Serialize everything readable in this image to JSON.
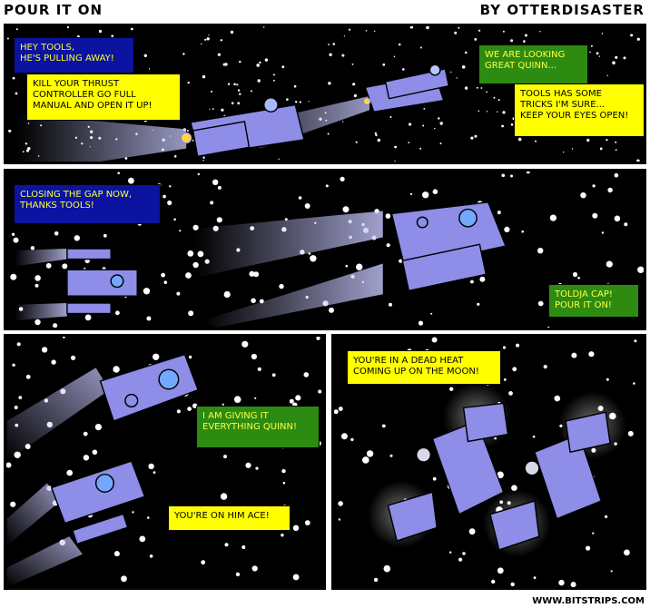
{
  "comic": {
    "title": "POUR IT ON",
    "author": "BY OTTERDISASTER",
    "footer": "WWW.BITSTRIPS.COM"
  },
  "panels": {
    "p1": {
      "captions": [
        "HEY TOOLS,\nHE'S PULLING AWAY!",
        "KILL YOUR THRUST\nCONTROLLER GO FULL\nMANUAL AND OPEN IT UP!",
        "WE ARE LOOKING\nGREAT QUINN...",
        "TOOLS HAS SOME\nTRICKS I'M SURE...\nKEEP YOUR EYES OPEN!"
      ]
    },
    "p2": {
      "captions": [
        "CLOSING THE GAP NOW,\nTHANKS TOOLS!",
        "TOLDJA CAP!\nPOUR IT ON!"
      ]
    },
    "p3": {
      "captions": [
        "I AM GIVING IT\nEVERYTHING QUINN!",
        "YOU'RE ON HIM ACE!"
      ]
    },
    "p4": {
      "captions": [
        "YOU'RE IN A DEAD HEAT\nCOMING UP ON THE MOON!"
      ]
    }
  },
  "colors": {
    "space": "#000000",
    "ship": "#8e8ee8",
    "caption_blue": "#0b13a0",
    "caption_yellow": "#ffff00",
    "caption_green": "#2e8b12"
  }
}
